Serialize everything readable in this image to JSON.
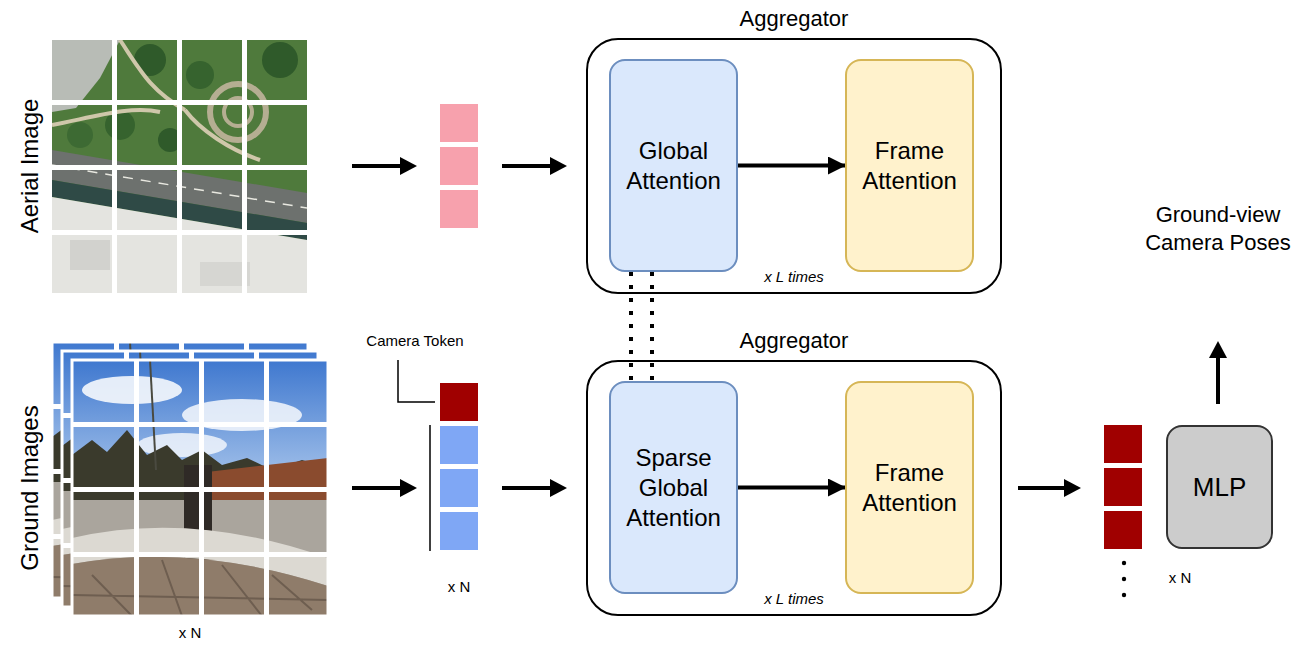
{
  "diagram": {
    "nodes": [
      {
        "text": [
          "Aggregator",
          "x L times"
        ]
      },
      {
        "text": [
          "Global Attention"
        ],
        "in": 0
      },
      {
        "text": [
          "Frame Attention"
        ],
        "in": 0
      },
      {
        "text": [
          "Aggregator",
          "x L times"
        ]
      },
      {
        "text": [
          "Sparse Global Attention"
        ],
        "in": 3
      },
      {
        "text": [
          "Frame Attention"
        ],
        "in": 3
      },
      {
        "text": [
          "MLP"
        ]
      }
    ],
    "edges": [
      {
        "from": 1,
        "to": 2,
        "arrow": "to"
      },
      {
        "from": 4,
        "to": 5,
        "arrow": "to"
      },
      {
        "from": 1,
        "to": 4,
        "arrow": "none"
      },
      {
        "from": 1,
        "to": 4,
        "arrow": "none"
      }
    ],
    "labels": [
      "Aerial Image",
      "Ground Images",
      "x N",
      "Camera Token",
      "x N",
      "x N",
      "Ground-view Camera Poses"
    ]
  }
}
